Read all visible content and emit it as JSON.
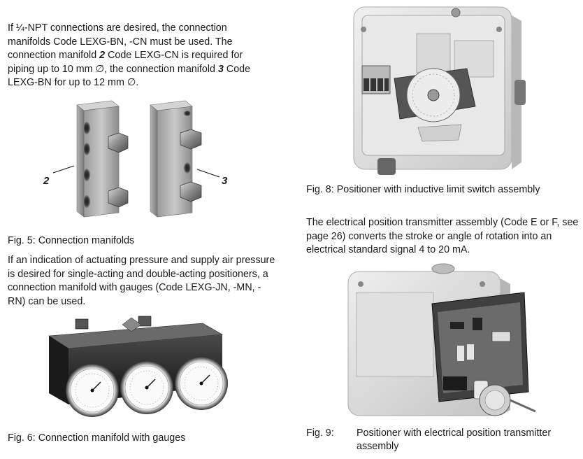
{
  "left_col": {
    "intro_part1": "If ¼-NPT connections are desired, the connection manifolds Code LEXG-BN, -CN must be used. The connection manifold ",
    "intro_num2": "2",
    "intro_part2": "  Code LEXG-CN is required for piping up to 10 mm ∅, the connection manifold ",
    "intro_num3": "3",
    "intro_part3": "  Code LEXG-BN for up to 12 mm ∅.",
    "fig5_label2": "2",
    "fig5_label3": "3",
    "fig5_caption": "Fig. 5: Connection manifolds",
    "gauges_paragraph": "If an indication of actuating pressure and supply air pressure is desired for single-acting and double-acting positioners, a connection manifold with gauges  (Code LEXG-JN, -MN, -RN) can be used.",
    "fig6_caption": "Fig. 6: Connection manifold with gauges"
  },
  "right_col": {
    "fig8_caption": "Fig. 8: Positioner with inductive limit switch assembly",
    "transmitter_paragraph": "The electrical position transmitter assembly (Code E or F, see page 26) converts the stroke or angle of rotation into an electrical standard signal 4 to 20 mA.",
    "fig9_number": "Fig. 9:",
    "fig9_text": "Positioner with electrical position transmitter assembly"
  }
}
